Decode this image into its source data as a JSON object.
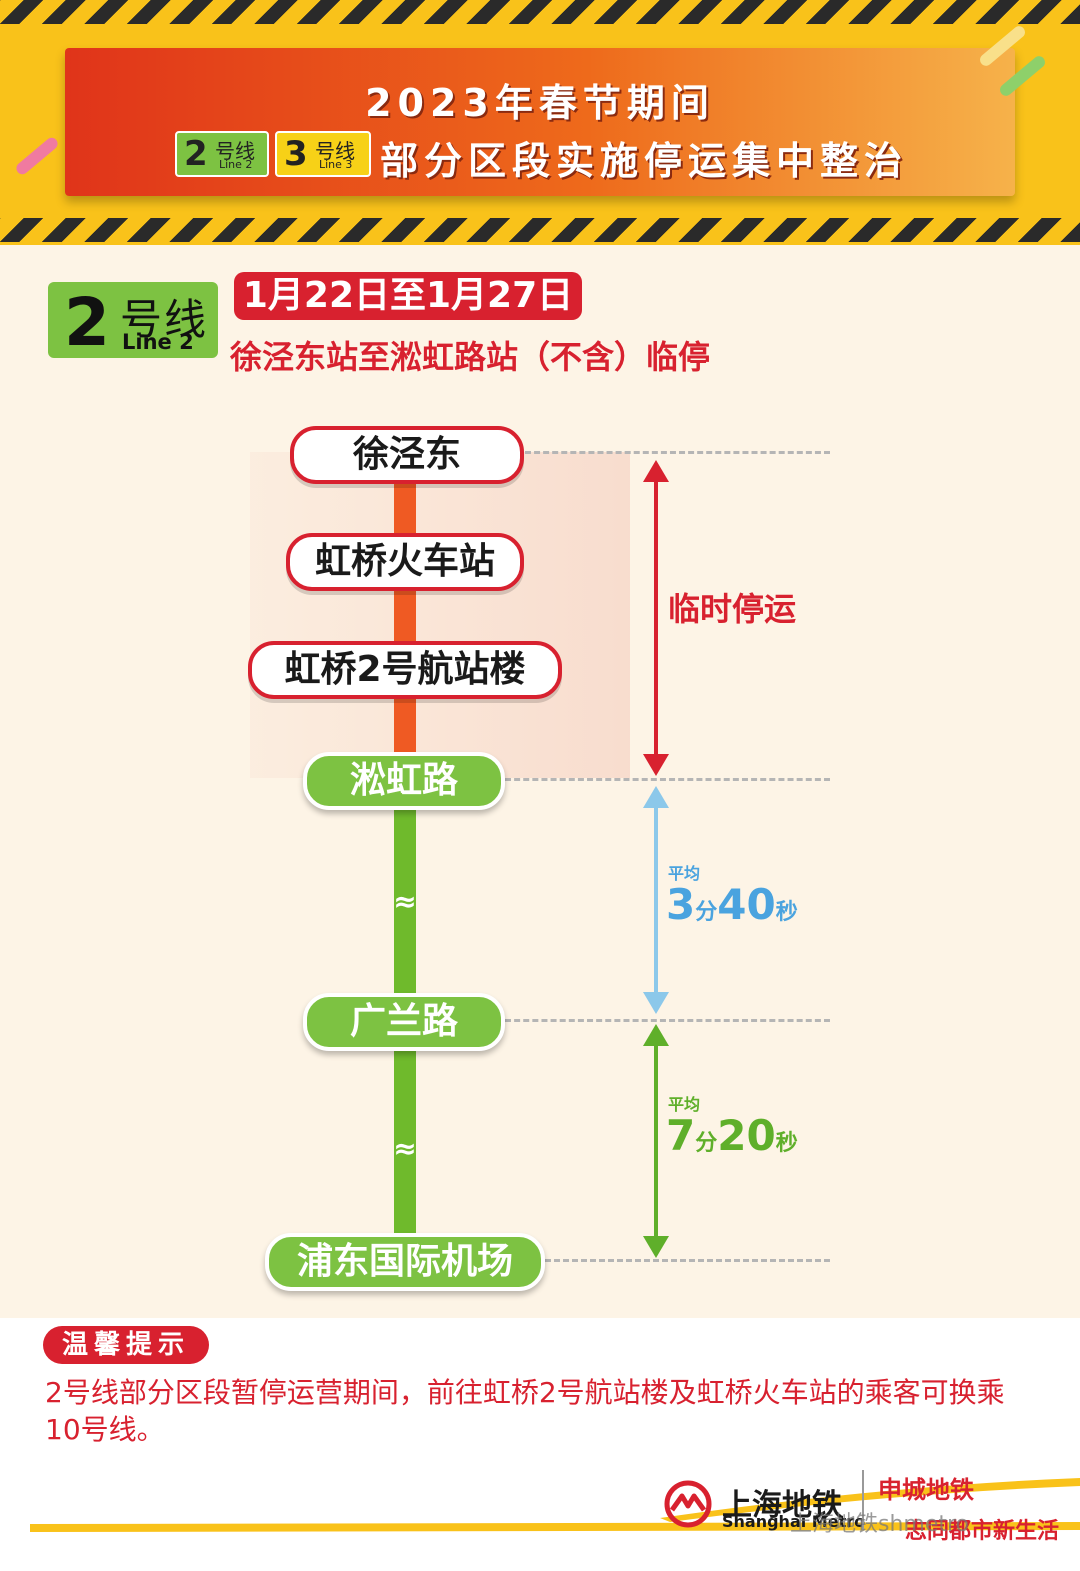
{
  "header": {
    "title_line1": "2023年春节期间",
    "title_line2": "部分区段实施停运集中整治",
    "line2_badge": {
      "number": "2",
      "cn": "号线",
      "en": "Line 2",
      "color": "#7dc242"
    },
    "line3_badge": {
      "number": "3",
      "cn": "号线",
      "en": "Line 3",
      "color": "#f7d117"
    }
  },
  "notice": {
    "line_badge": {
      "number": "2",
      "cn": "号线",
      "en": "Line 2"
    },
    "date_range": "1月22日至1月27日",
    "subtitle": "徐泾东站至淞虹路站（不含）临停"
  },
  "route": {
    "stations": [
      {
        "name": "徐泾东",
        "status": "closed"
      },
      {
        "name": "虹桥火车站",
        "status": "closed"
      },
      {
        "name": "虹桥2号航站楼",
        "status": "closed"
      },
      {
        "name": "淞虹路",
        "status": "open"
      },
      {
        "name": "广兰路",
        "status": "open"
      },
      {
        "name": "浦东国际机场",
        "status": "open"
      }
    ],
    "gap_symbol": "≈",
    "closed_label": "临时停运",
    "segment1": {
      "label": "平均",
      "min": "3",
      "min_unit": "分",
      "sec": "40",
      "sec_unit": "秒",
      "color": "#4aa3df"
    },
    "segment2": {
      "label": "平均",
      "min": "7",
      "min_unit": "分",
      "sec": "20",
      "sec_unit": "秒",
      "color": "#5faf2a"
    },
    "colors": {
      "closed": "#d8212f",
      "open": "#7dc242",
      "closed_track": "#ef5a23",
      "open_track": "#6fba2c"
    }
  },
  "tips": {
    "title": "温馨提示",
    "text": "2号线部分区段暂停运营期间，前往虹桥2号航站楼及虹桥火车站的乘客可换乘10号线。"
  },
  "footer": {
    "logo_cn": "上海地铁",
    "logo_en": "Shanghai Metro",
    "brand_line1": "申城地铁",
    "brand_line2": "志同都市新生活",
    "watermark": "上海地铁shmetro"
  }
}
